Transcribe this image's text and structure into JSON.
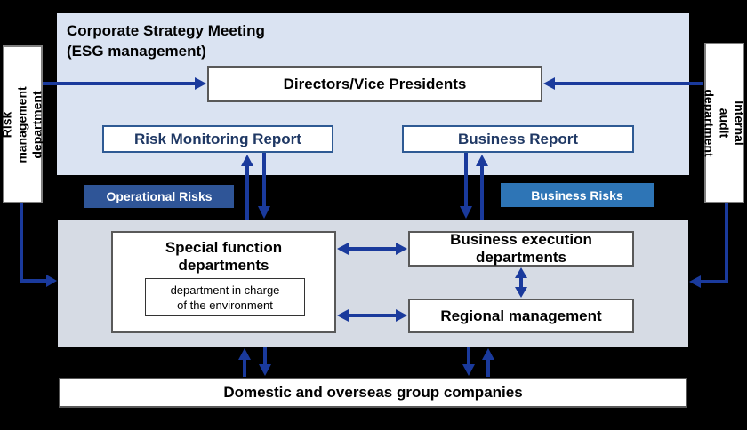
{
  "colors": {
    "canvas_bg": "#000000",
    "top_panel_bg": "#dae3f2",
    "lower_panel_bg": "#d6dbe4",
    "arrow": "#1a3a9c",
    "operational_risks_bg": "#2f5597",
    "business_risks_bg": "#2e75b6",
    "report_border": "#2e5a94",
    "report_text": "#1f3864",
    "box_border": "#595959",
    "side_border": "#7f7f7f"
  },
  "top_panel": {
    "title": "Corporate Strategy Meeting\n(ESG management)",
    "directors": "Directors/Vice Presidents",
    "risk_monitoring_report": "Risk Monitoring Report",
    "business_report": "Business Report"
  },
  "badges": {
    "operational_risks": "Operational Risks",
    "business_risks": "Business Risks"
  },
  "side": {
    "left": "Risk management\ndepartment",
    "right": "Internal audit\ndepartment"
  },
  "lower": {
    "special_function": "Special function\ndepartments",
    "environment_dept": "department in charge\nof the environment",
    "business_execution": "Business execution\ndepartments",
    "regional_management": "Regional management"
  },
  "bottom": {
    "label": "Domestic and overseas group companies"
  }
}
